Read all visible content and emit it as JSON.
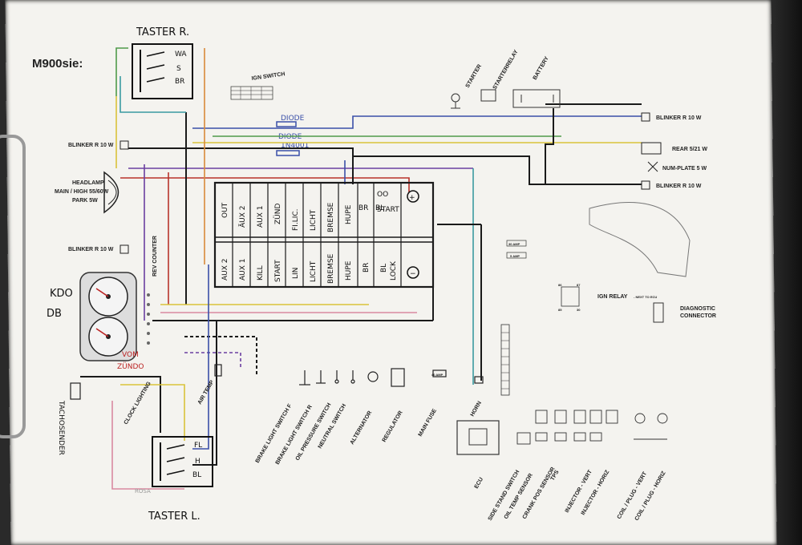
{
  "title": "M900sie:",
  "handwritten": {
    "taster_r": "TASTER R.",
    "taster_l": "TASTER L.",
    "kdo": "KDO",
    "db": "DB",
    "vom": "VOM",
    "zundo": "ZÜNDO",
    "rosa": "ROSA",
    "diode_top": "DIODE",
    "diode_mid": "DIODE",
    "diode_code": "1N4001",
    "tachosender": "TACHOSENDER",
    "taster_r_pins": [
      "WA",
      "S",
      "BR"
    ],
    "taster_l_pins": [
      "FL",
      "H",
      "BL"
    ],
    "fuse_top": [
      "OUT",
      "ÄUX 2",
      "AUX 1",
      "ZÜND",
      "FI.LIC.",
      "LICHT",
      "BREMSE",
      "HUPE",
      "BR",
      "BL",
      "START"
    ],
    "fuse_bottom": [
      "AUX 2",
      "AUX 1",
      "KILL",
      "START",
      "LIN",
      "LICHT",
      "BREMSE",
      "HUPE",
      "BR",
      "BL",
      "LOCK"
    ],
    "fuse_box_top_extra": "OO",
    "plus_symbol": "+",
    "minus_symbol": "−"
  },
  "left_labels": {
    "blinker_top": "BLINKER R 10 W",
    "headlamp_1": "HEADLAMP",
    "headlamp_2": "MAIN / HIGH 55/60W",
    "headlamp_3": "PARK 5W",
    "blinker_mid": "BLINKER R 10 W",
    "rev_counter": "REV COUNTER"
  },
  "right_labels": {
    "starter": "STARTER",
    "starterrelay": "STARTERRELAY",
    "battery": "BATTERY",
    "blinker_r1": "BLINKER R 10 W",
    "rear": "REAR 5/21 W",
    "numplate": "NUM-PLATE 5 W",
    "blinker_r2": "BLINKER R 10 W",
    "amp30": "30 AMP",
    "amp5": "5 AMP",
    "amp40": "40 AMP",
    "ign_relay": "IGN RELAY",
    "ign_relay_note": "- NEXT TO ECU",
    "diagnostic_1": "DIAGNOSTIC",
    "diagnostic_2": "CONNECTOR",
    "relay_pins": [
      "86",
      "87",
      "85",
      "30"
    ],
    "ign_switch": "IGN SWITCH"
  },
  "bottom_labels": [
    "CLOCK LIGHTING",
    "AIR TEMP",
    "BRAKE LIGHT SWITCH F",
    "BRAKE LIGHT SWITCH R",
    "OIL PRESSURE SWITCH",
    "NEUTRAL SWITCH",
    "ALTERNATOR",
    "REGULATOR",
    "MAIN FUSE",
    "HORN",
    "ECU",
    "SIDE STAND SWITCH",
    "OIL TEMP SENSOR",
    "CRANK POS SENSOR",
    "TPS",
    "INJECTOR - VERT",
    "INJECTOR - HORIZ",
    "COIL / PLUG - VERT",
    "COIL / PLUG - HORIZ"
  ],
  "colors": {
    "black": "#1a1a1a",
    "blue": "#3a4fa8",
    "red": "#b8332a",
    "purple": "#6b3fa0",
    "yellow": "#d9c33a",
    "green": "#4f9a4a",
    "orange": "#d98a3a",
    "teal": "#3a9aa0",
    "pink": "#d98aa0"
  }
}
